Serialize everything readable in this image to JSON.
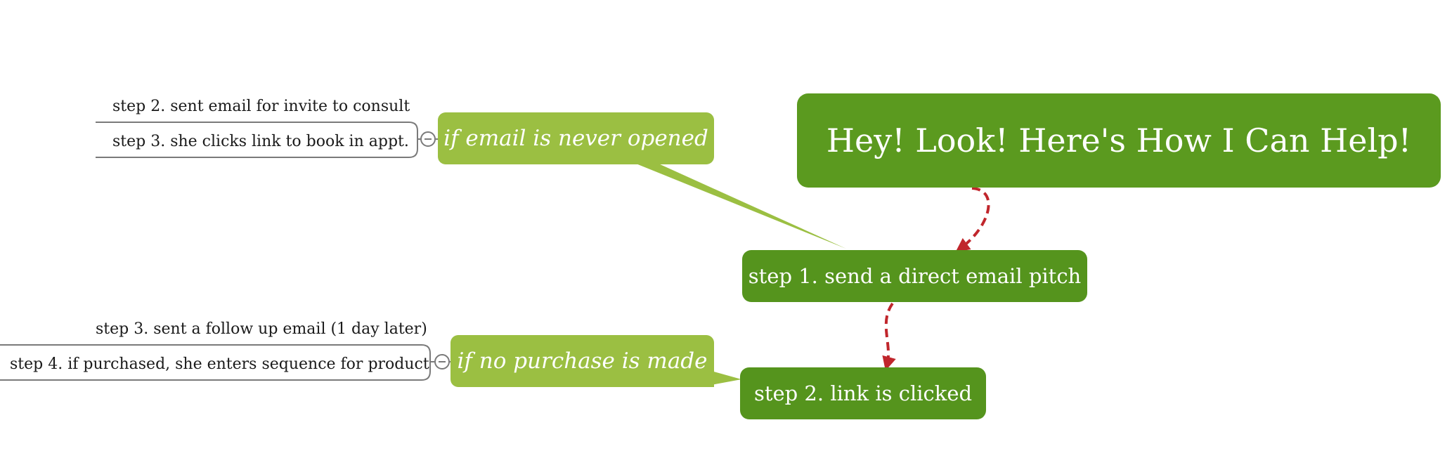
{
  "central_topic": "Hey! Look! Here's How I Can Help!",
  "steps": [
    "step 1. send a direct email pitch",
    "step 2. link is clicked"
  ],
  "branches": [
    {
      "condition": "if email is never opened",
      "children": [
        "step 2. sent email for invite to consult",
        "step 3. she clicks link to book in appt."
      ]
    },
    {
      "condition": "if no purchase is made",
      "children": [
        "step 3. sent a follow up email (1 day later)",
        "step 4. if purchased, she enters sequence for product"
      ]
    }
  ],
  "colors": {
    "central": "#5b9a1f",
    "step": "#55941d",
    "condition": "#9bbf42",
    "arrow": "#c0262c",
    "bracket": "#7a7a7a"
  },
  "icons": {
    "collapse": "collapse-minus-icon"
  }
}
